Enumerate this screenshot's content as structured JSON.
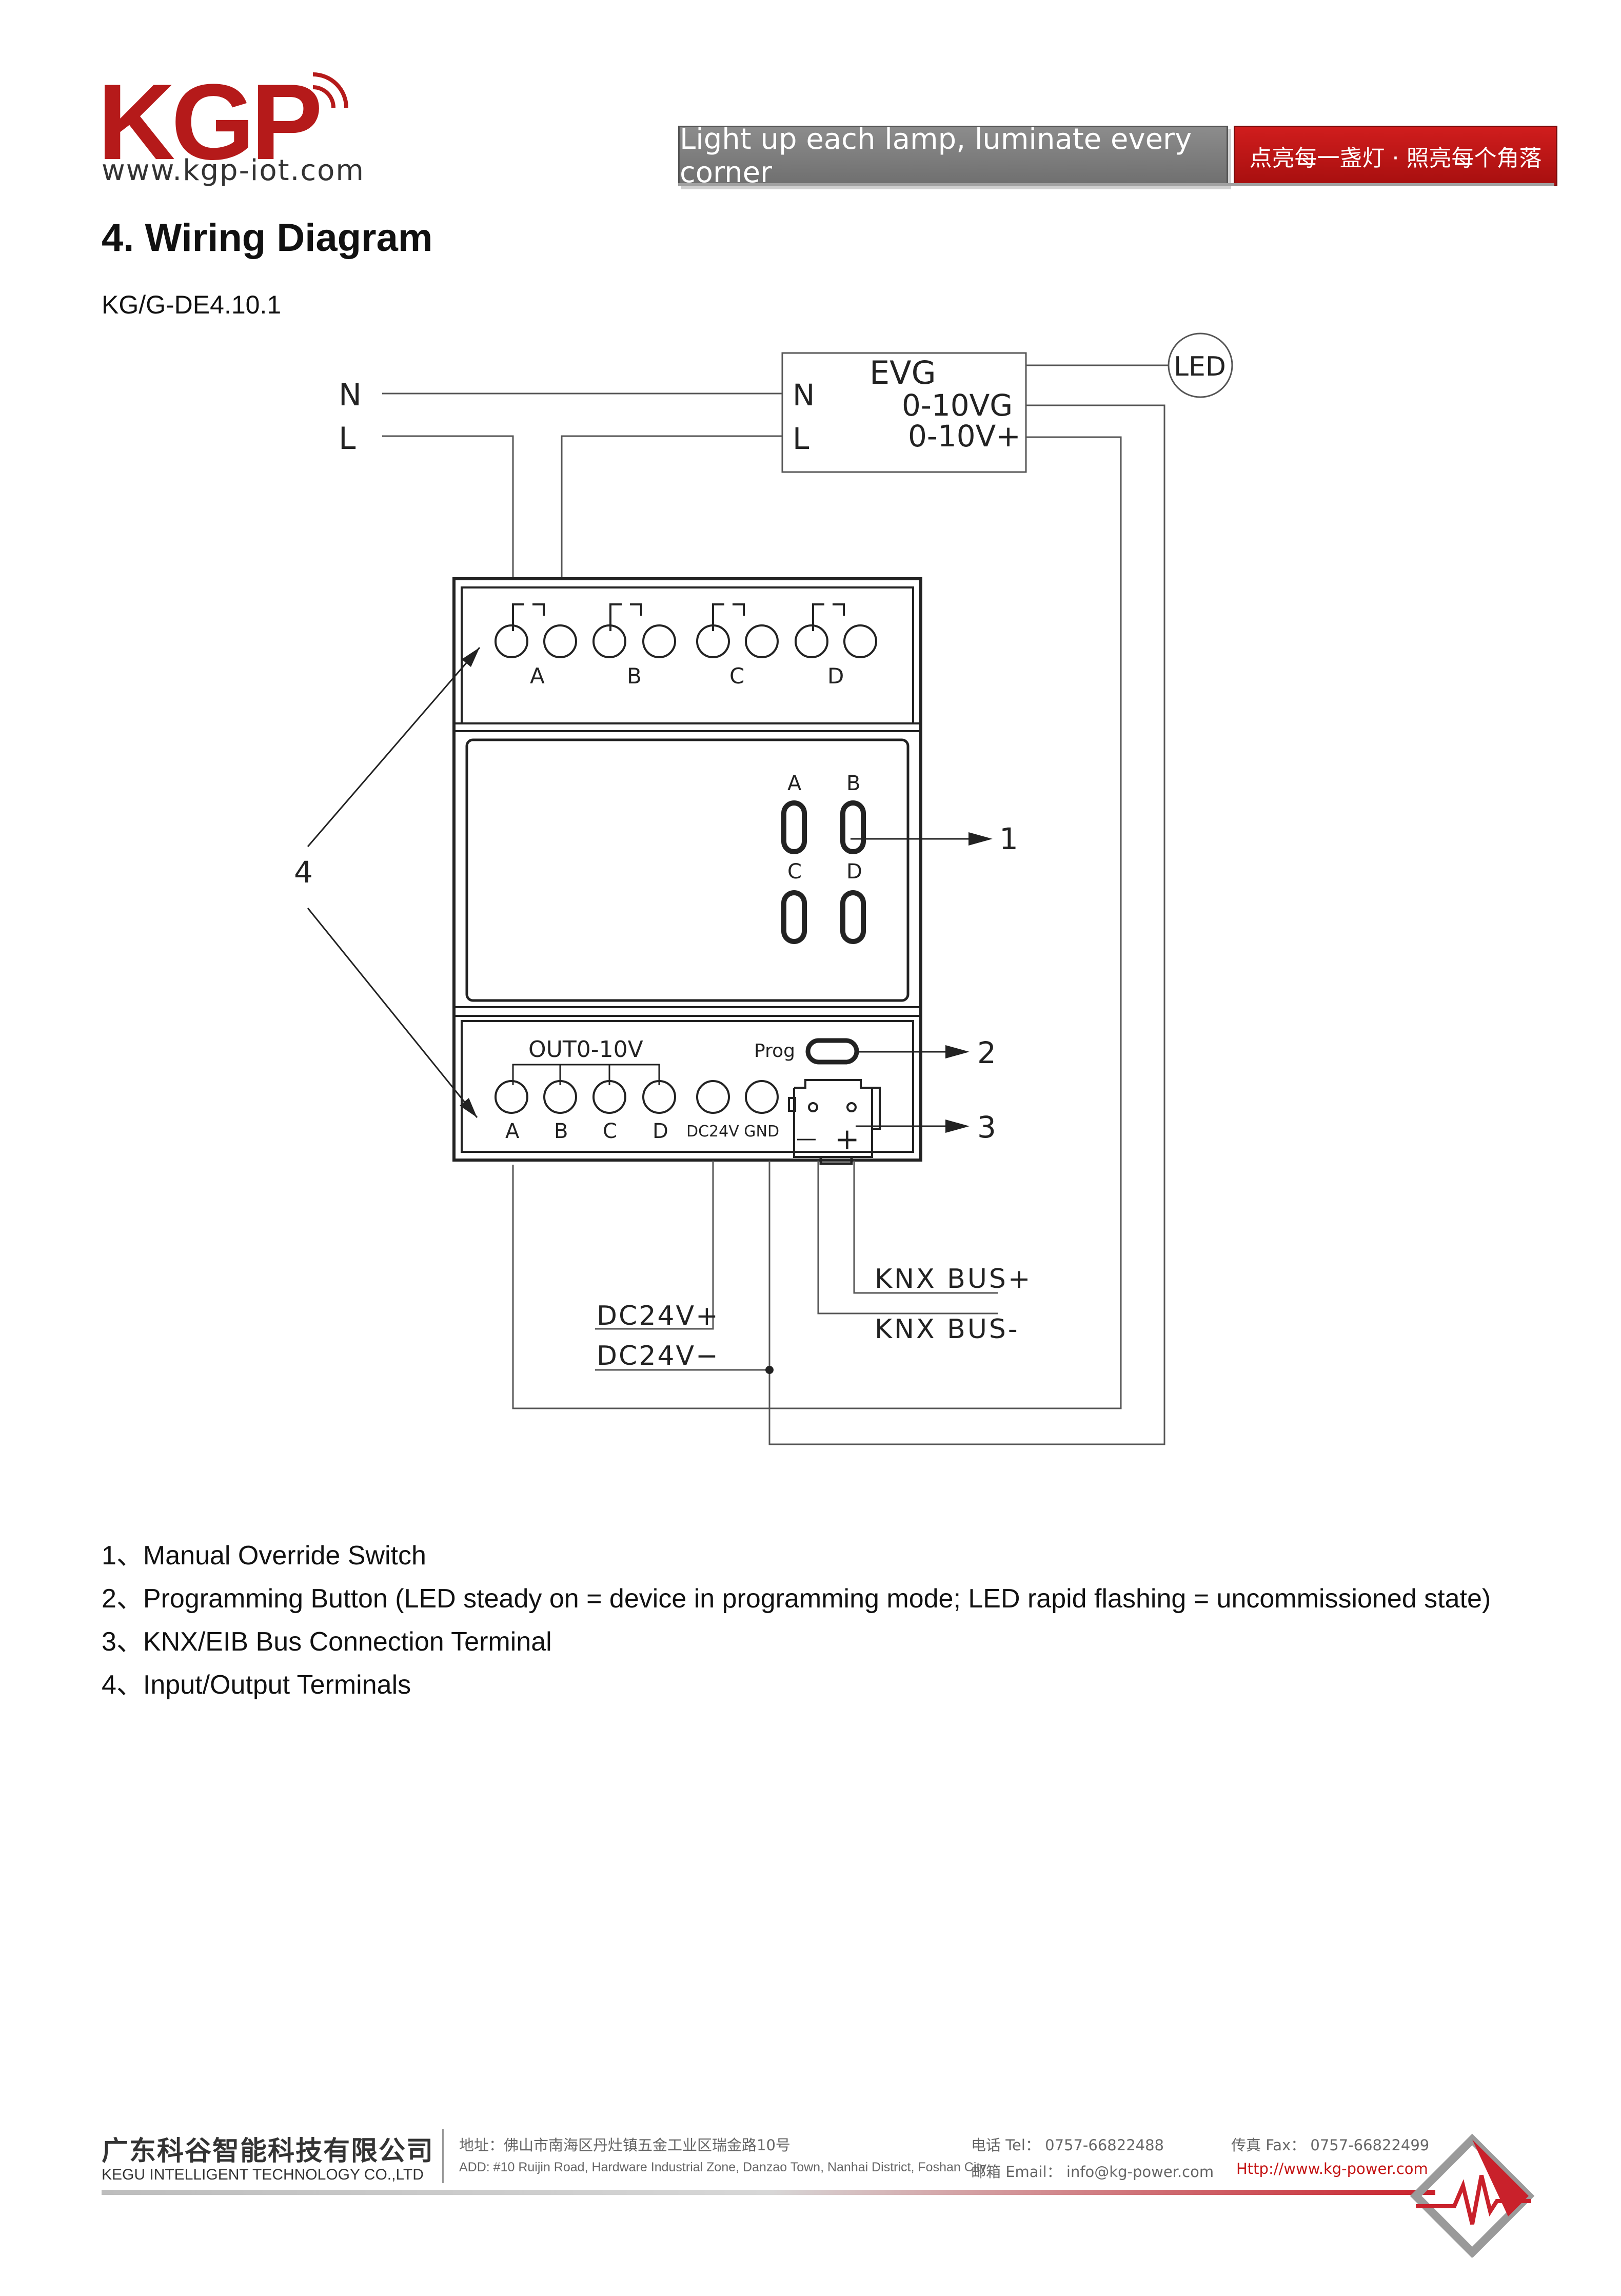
{
  "header": {
    "logo_text": "KGP",
    "logo_url": "www.kgp-iot.com",
    "slogan_en": "Light up each lamp, luminate every corner",
    "slogan_cn": "点亮每一盏灯 · 照亮每个角落"
  },
  "section": {
    "title": "4.  Wiring Diagram",
    "model": "KG/G-DE4.10.1"
  },
  "diagram": {
    "mains_n": "N",
    "mains_l": "L",
    "evg_title": "EVG",
    "evg_n": "N",
    "evg_l": "L",
    "evg_neg": "0-10VG",
    "evg_pos": "0-10V+",
    "led": "LED",
    "relay_labels": [
      "A",
      "B",
      "C",
      "D"
    ],
    "display_top": [
      "A",
      "B"
    ],
    "display_bottom": [
      "C",
      "D"
    ],
    "display_digit": "0",
    "out_label": "OUT0-10V",
    "prog_label": "Prog",
    "bottom_terminals": [
      "A",
      "B",
      "C",
      "D"
    ],
    "power_terminals": "DC24V GND",
    "bus_minus_symbol": "—",
    "bus_plus_symbol": "+",
    "knx_bus_plus": "KNX BUS+",
    "knx_bus_minus": "KNX BUS-",
    "dc24_plus": "DC24V+",
    "dc24_minus": "DC24V−",
    "callout_1": "1",
    "callout_2": "2",
    "callout_3": "3",
    "callout_4": "4"
  },
  "legend": [
    "1、Manual Override Switch",
    "2、Programming Button  (LED steady on = device in programming mode; LED rapid flashing = uncommissioned state)",
    "3、KNX/EIB Bus Connection Terminal",
    "4、Input/Output Terminals"
  ],
  "footer": {
    "company_cn": "广东科谷智能科技有限公司",
    "company_en": "KEGU INTELLIGENT TECHNOLOGY CO.,LTD",
    "address_cn": "地址：佛山市南海区丹灶镇五金工业区瑞金路10号",
    "address_en": "ADD: #10 Ruijin Road, Hardware Industrial Zone, Danzao Town, Nanhai District, Foshan City",
    "tel": "电话 Tel： 0757-66822488",
    "email": "邮箱 Email： info@kg-power.com",
    "fax": "传真 Fax： 0757-66822499",
    "web": "Http://www.kg-power.com"
  },
  "colors": {
    "brand_red": "#b51a1a",
    "slogan_gray": "#7b7b7b"
  }
}
